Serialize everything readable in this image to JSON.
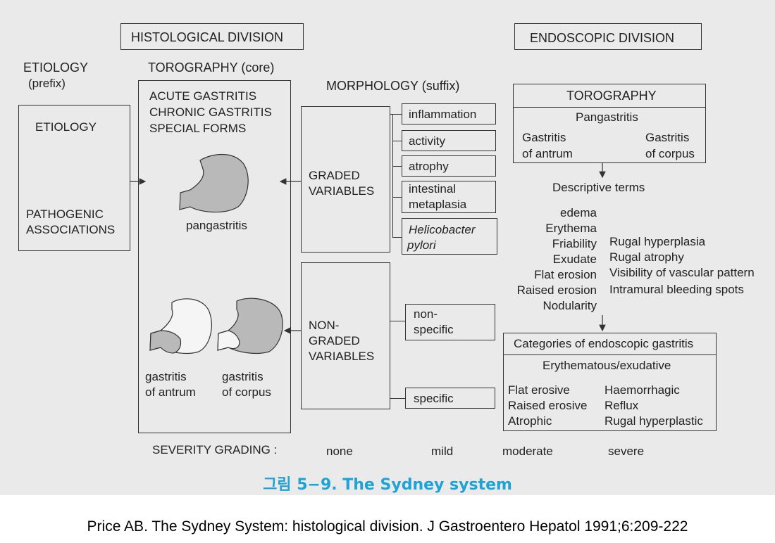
{
  "histological": {
    "heading": "HISTOLOGICAL DIVISION",
    "etiology_heading": "ETIOLOGY",
    "etiology_sub": "(prefix)",
    "etiology_box": {
      "label1": "ETIOLOGY",
      "label2a": "PATHOGENIC",
      "label2b": "ASSOCIATIONS"
    },
    "torography_heading": "TOROGRAPHY (core)",
    "core": {
      "line1": "ACUTE GASTRITIS",
      "line2": "CHRONIC GASTRITIS",
      "line3": "SPECIAL FORMS",
      "pangastritis": "pangastritis",
      "antrum_a": "gastritis",
      "antrum_b": "of antrum",
      "corpus_a": "gastritis",
      "corpus_b": "of corpus"
    },
    "morphology_heading": "MORPHOLOGY (suffix)",
    "graded_a": "GRADED",
    "graded_b": "VARIABLES",
    "graded_items": {
      "inflammation": "inflammation",
      "activity": "activity",
      "atrophy": "atrophy",
      "intestinal_a": "intestinal",
      "intestinal_b": "metaplasia",
      "hp_a": "Helicobacter",
      "hp_b": "pylori"
    },
    "nongraded_a": "NON-",
    "nongraded_b": "GRADED",
    "nongraded_c": "VARIABLES",
    "nongraded_items": {
      "nonspecific_a": "non-",
      "nonspecific_b": "specific",
      "specific": "specific"
    },
    "severity": {
      "label": "SEVERITY GRADING :",
      "none": "none",
      "mild": "mild",
      "moderate": "moderate",
      "severe": "severe"
    }
  },
  "endoscopic": {
    "heading": "ENDOSCOPIC DIVISION",
    "torography": "TOROGRAPHY",
    "pangastritis": "Pangastritis",
    "antrum_a": "Gastritis",
    "antrum_b": "of antrum",
    "corpus_a": "Gastritis",
    "corpus_b": "of corpus",
    "descriptive_terms": "Descriptive terms",
    "terms_left": [
      "edema",
      "Erythema",
      "Friability",
      "Exudate",
      "Flat erosion",
      "Raised erosion",
      "Nodularity"
    ],
    "terms_right": [
      "Rugal hyperplasia",
      "Rugal atrophy",
      "Visibility of vascular pattern",
      "Intramural bleeding spots"
    ],
    "categories_title": "Categories of endoscopic gastritis",
    "erythematous": "Erythematous/exudative",
    "cat_left": [
      "Flat erosive",
      "Raised erosive",
      "Atrophic"
    ],
    "cat_right": [
      "Haemorrhagic",
      "Reflux",
      "Rugal hyperplastic"
    ]
  },
  "caption": "그림 5−9. The Sydney system",
  "reference": "Price AB. The Sydney System: histological division. J Gastroentero Hepatol 1991;6:209-222"
}
